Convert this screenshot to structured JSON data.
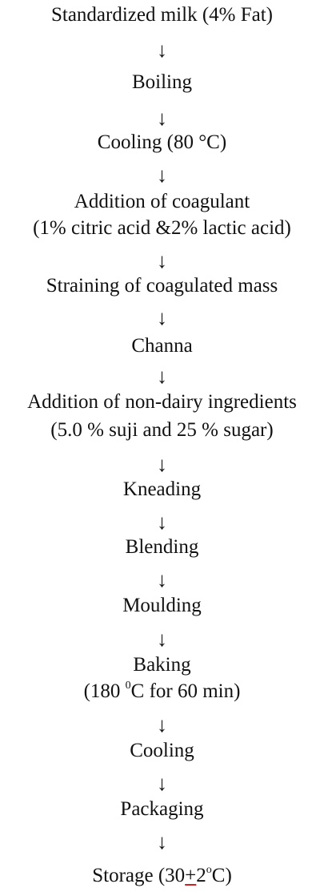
{
  "steps": [
    {
      "lines": [
        "Standardized milk (4% Fat)"
      ]
    },
    {
      "lines": [
        "Boiling"
      ]
    },
    {
      "lines": [
        "Cooling (80 °C)"
      ]
    },
    {
      "lines": [
        "Addition of coagulant",
        "(1% citric acid &2% lactic acid)"
      ]
    },
    {
      "lines": [
        "Straining of coagulated mass"
      ]
    },
    {
      "lines": [
        "Channa"
      ]
    },
    {
      "lines": [
        "Addition of non-dairy ingredients",
        "(5.0 % suji and 25 % sugar)"
      ]
    },
    {
      "lines": [
        "Kneading"
      ]
    },
    {
      "lines": [
        "Blending"
      ]
    },
    {
      "lines": [
        "Moulding"
      ]
    },
    {
      "lines": [
        "Baking"
      ]
    },
    {
      "lines": [
        "Cooling"
      ]
    },
    {
      "lines": [
        "Packaging"
      ]
    }
  ],
  "baking_detail": {
    "pre": "(180 ",
    "sup": "0",
    "post": "C for 60 min)"
  },
  "storage": {
    "pre": "Storage (30",
    "pm": "+",
    "mid": "2",
    "sup": "o",
    "post": "C)"
  },
  "arrow": "↓"
}
